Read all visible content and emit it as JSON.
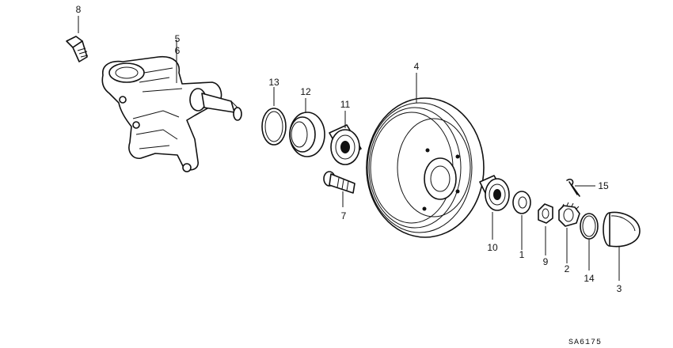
{
  "diagram_code": "SA6175",
  "callouts": {
    "c1": "1",
    "c2": "2",
    "c3": "3",
    "c4": "4",
    "c5": "5",
    "c6": "6",
    "c7": "7",
    "c8": "8",
    "c9": "9",
    "c10": "10",
    "c11": "11",
    "c12": "12",
    "c13": "13",
    "c14": "14",
    "c15": "15"
  }
}
